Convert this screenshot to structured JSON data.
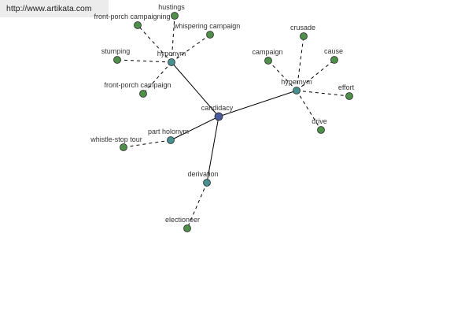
{
  "banner": {
    "url_text": "http://www.artikata.com"
  },
  "colors": {
    "center_node": "#4a5a9a",
    "relation_node": "#4a8f8f",
    "leaf_node": "#4f8f4a",
    "node_stroke": "#2a2a2a",
    "edge": "#000000"
  },
  "graph": {
    "center": {
      "id": "candidacy",
      "label": "candidacy"
    },
    "relations": [
      {
        "id": "hyponym",
        "label": "hyponym",
        "leaves": [
          {
            "id": "hustings",
            "label": "hustings"
          },
          {
            "id": "front-porch-campaigning",
            "label": "front-porch campaigning"
          },
          {
            "id": "whispering-campaign",
            "label": "whispering campaign"
          },
          {
            "id": "stumping",
            "label": "stumping"
          },
          {
            "id": "front-porch-campaign",
            "label": "front-porch campaign"
          }
        ]
      },
      {
        "id": "hypernym",
        "label": "hypernym",
        "leaves": [
          {
            "id": "crusade",
            "label": "crusade"
          },
          {
            "id": "campaign",
            "label": "campaign"
          },
          {
            "id": "cause",
            "label": "cause"
          },
          {
            "id": "effort",
            "label": "effort"
          },
          {
            "id": "drive",
            "label": "drive"
          }
        ]
      },
      {
        "id": "part-holonym",
        "label": "part holonym",
        "leaves": [
          {
            "id": "whistle-stop-tour",
            "label": "whistle-stop tour"
          }
        ]
      },
      {
        "id": "derivation",
        "label": "derivation",
        "leaves": [
          {
            "id": "electioneer",
            "label": "electioneer"
          }
        ]
      }
    ]
  }
}
